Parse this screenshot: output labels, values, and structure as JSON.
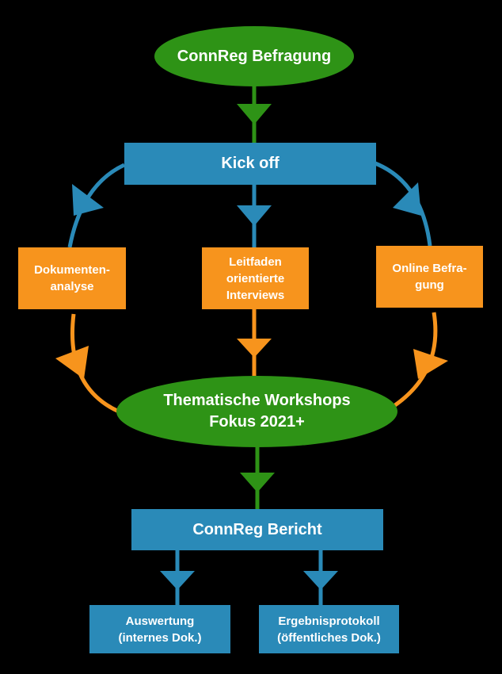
{
  "colors": {
    "background": "#000000",
    "green": "#2e9316",
    "blue": "#2a8ab8",
    "orange": "#f7941d",
    "text": "#ffffff"
  },
  "nodes": {
    "start": {
      "line1": "ConnReg Befragung"
    },
    "kickoff": {
      "line1": "Kick off"
    },
    "doc_analysis": {
      "line1": "Dokumenten-",
      "line2": "analyse"
    },
    "interviews": {
      "line1": "Leitfaden",
      "line2": "orientierte",
      "line3": "Interviews"
    },
    "online_survey": {
      "line1": "Online Befra-",
      "line2": "gung"
    },
    "workshops": {
      "line1": "Thematische Workshops",
      "line2": "Fokus 2021+"
    },
    "report": {
      "line1": "ConnReg Bericht"
    },
    "evaluation": {
      "line1": "Auswertung",
      "line2": "(internes Dok.)"
    },
    "protocol": {
      "line1": "Ergebnisprotokoll",
      "line2": "(öffentliches Dok.)"
    }
  },
  "edges": [
    {
      "from": "start",
      "to": "kickoff",
      "color": "green"
    },
    {
      "from": "kickoff",
      "to": "doc_analysis",
      "color": "blue"
    },
    {
      "from": "kickoff",
      "to": "interviews",
      "color": "blue"
    },
    {
      "from": "kickoff",
      "to": "online_survey",
      "color": "blue"
    },
    {
      "from": "doc_analysis",
      "to": "workshops",
      "color": "orange"
    },
    {
      "from": "interviews",
      "to": "workshops",
      "color": "orange"
    },
    {
      "from": "online_survey",
      "to": "workshops",
      "color": "orange"
    },
    {
      "from": "workshops",
      "to": "report",
      "color": "green"
    },
    {
      "from": "report",
      "to": "evaluation",
      "color": "blue"
    },
    {
      "from": "report",
      "to": "protocol",
      "color": "blue"
    }
  ]
}
